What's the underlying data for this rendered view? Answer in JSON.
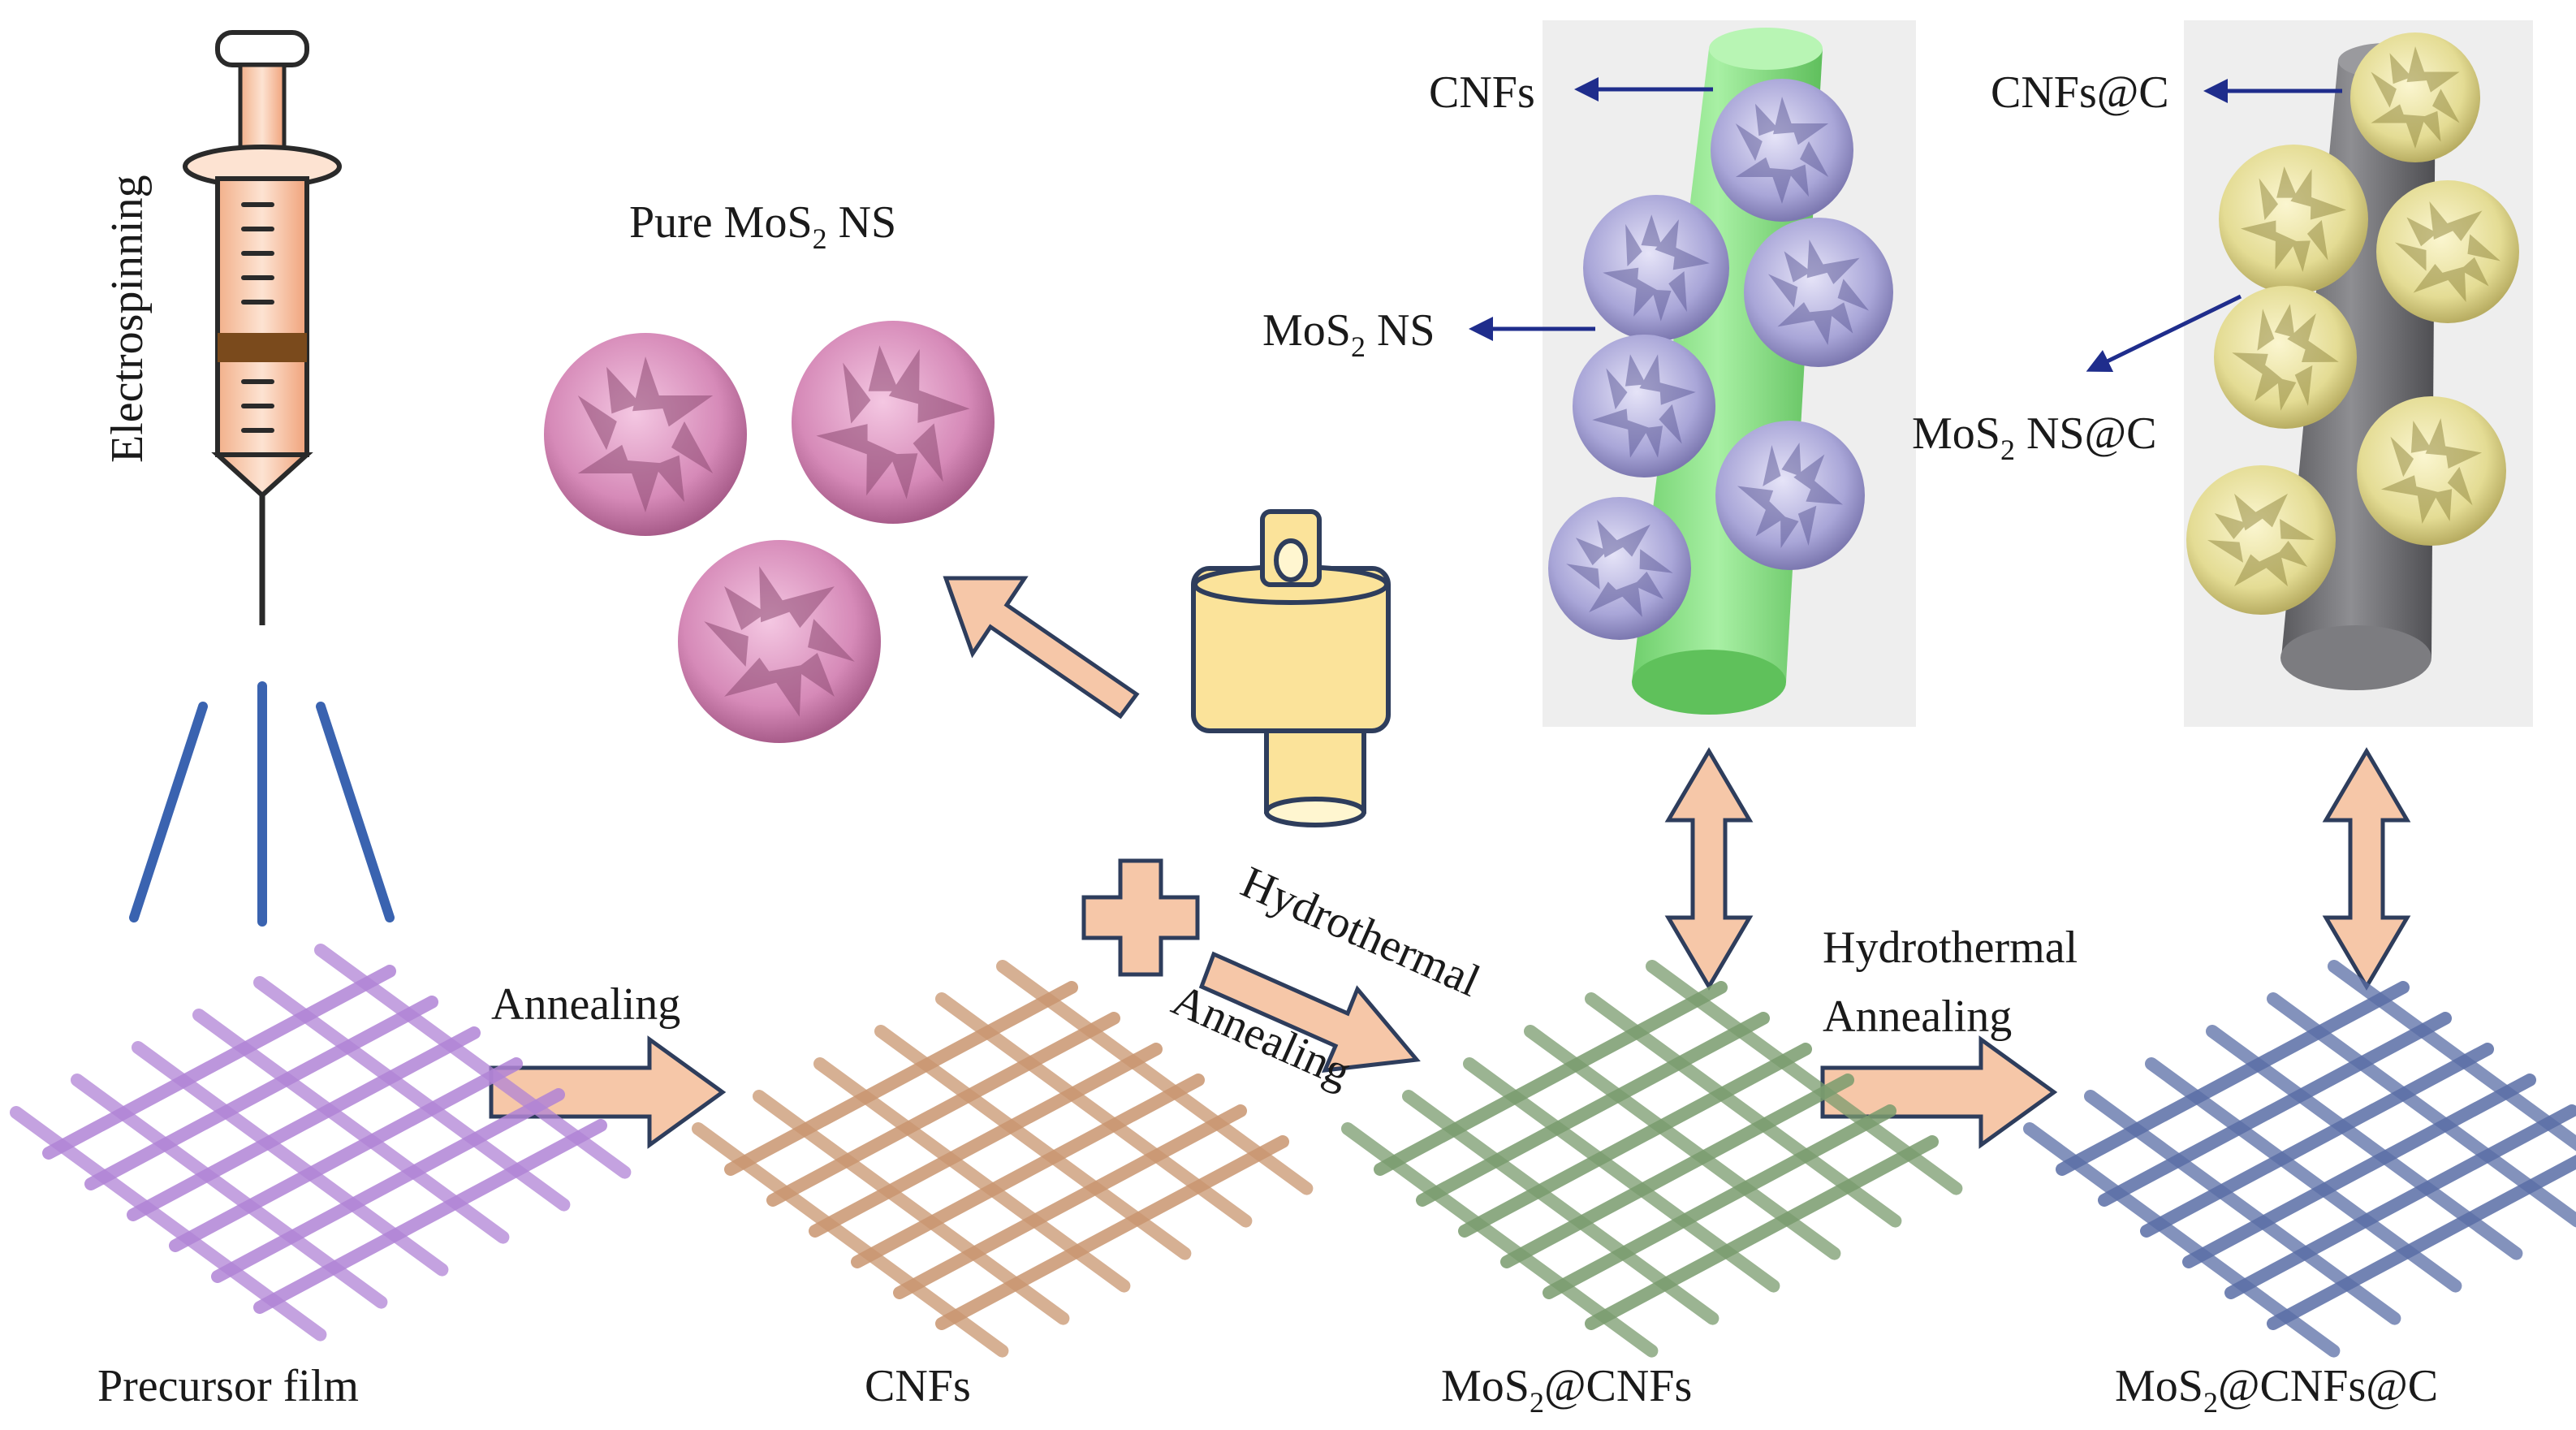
{
  "labels": {
    "electrospinning": "Electrospinning",
    "pure_mos2_prefix": "Pure MoS",
    "pure_mos2_sub": "2",
    "pure_mos2_suffix": " NS",
    "cnfs_top": "CNFs",
    "mos2_ns_prefix": "MoS",
    "mos2_ns_sub": "2",
    "mos2_ns_suffix": " NS",
    "cnfs_at_c": "CNFs@C",
    "mos2_ns_c_prefix": "MoS",
    "mos2_ns_c_sub": "2",
    "mos2_ns_c_suffix": " NS@C",
    "annealing_1": "Annealing",
    "hydrothermal_1": "Hydrothermal",
    "annealing_2": "Annealing",
    "hydrothermal_2": "Hydrothermal",
    "annealing_3": "Annealing",
    "precursor_film": "Precursor film",
    "cnfs_bottom": "CNFs",
    "mos2_cnfs_prefix": "MoS",
    "mos2_cnfs_sub": "2",
    "mos2_cnfs_suffix": "@CNFs",
    "mos2_cnfs_c_prefix": "MoS",
    "mos2_cnfs_c_sub": "2",
    "mos2_cnfs_c_suffix": "@CNFs@C"
  },
  "colors": {
    "process_arrow": "#f6c7a8",
    "process_arrow_stroke": "#2e3d5c",
    "pointer_arrow": "#1f2d8c",
    "mesh_precursor": "#b184d6",
    "mesh_cnfs": "#c99670",
    "mesh_mos2_cnfs": "#7a9c6e",
    "mesh_mos2_cnfs_c": "#5a6ea6",
    "nanosheet_pure": "#d68ab8",
    "nanosheet_on_cnf": "#a9a6d8",
    "nanosheet_carbon": "#e4dc94",
    "fiber_green": "#8fe08c",
    "fiber_gray": "#6e6e72",
    "autoclave": "#fbe39a",
    "spray_lines": "#3a63b0"
  },
  "icons": [
    "syringe-icon",
    "autoclave-icon",
    "plus-icon"
  ]
}
